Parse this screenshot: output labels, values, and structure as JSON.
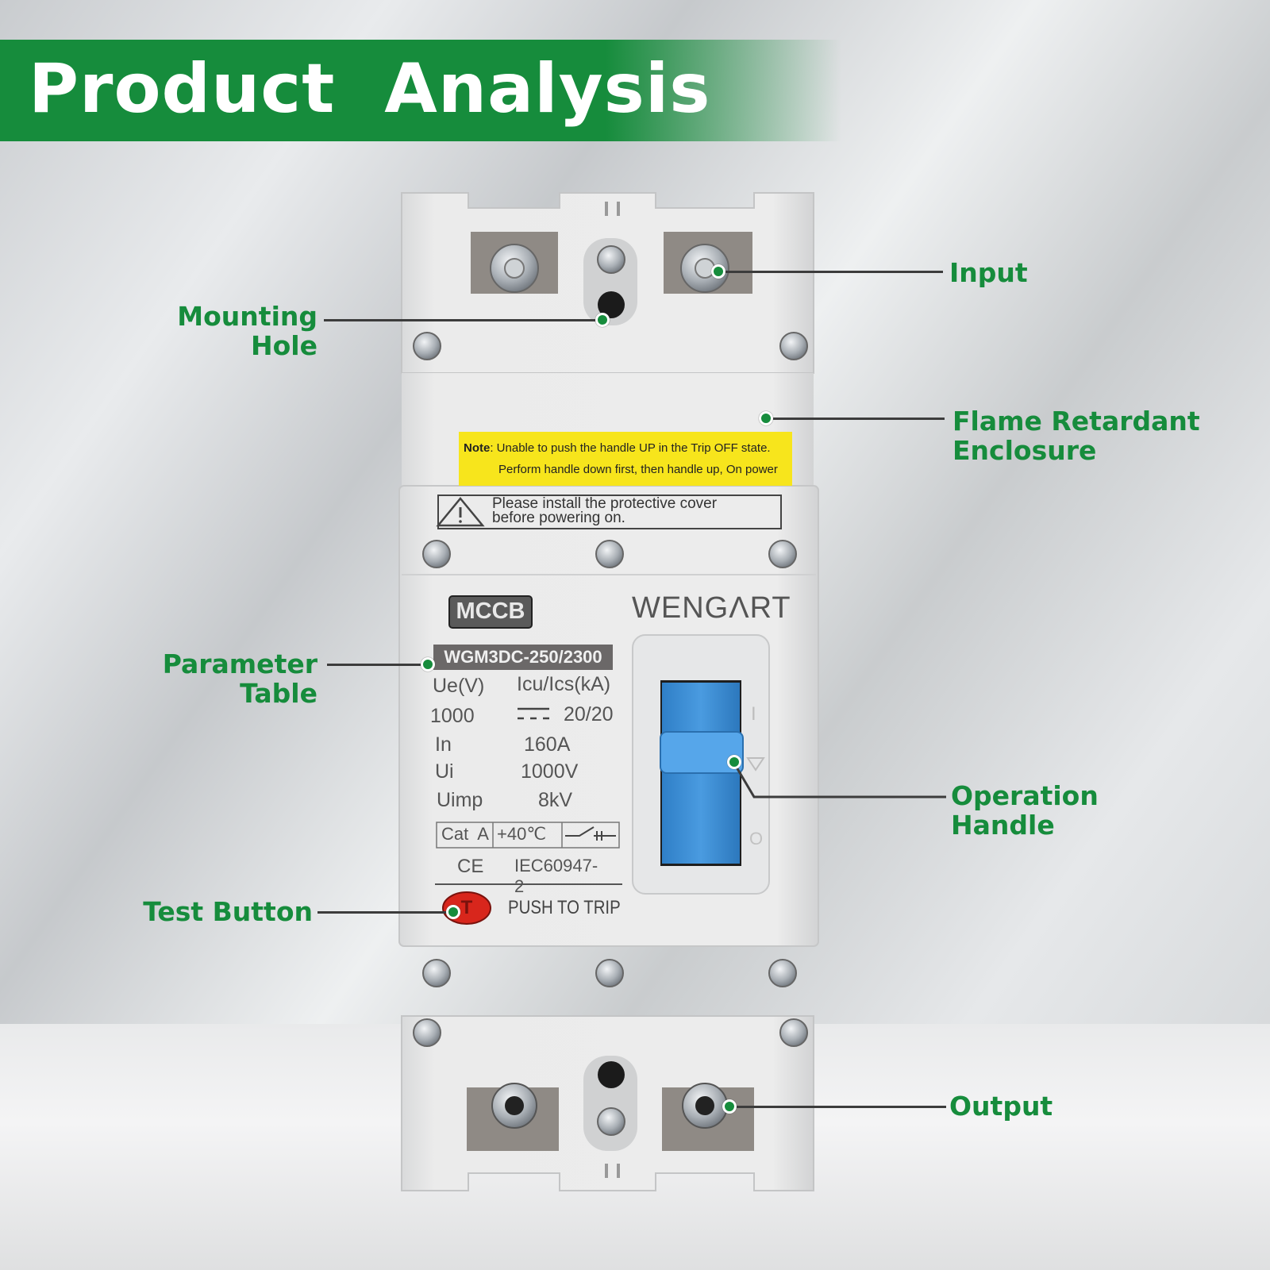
{
  "banner": {
    "title": "Product  Analysis"
  },
  "callouts": {
    "mounting_hole": [
      "Mounting",
      "Hole"
    ],
    "input": "Input",
    "enclosure": [
      "Flame Retardant",
      "Enclosure"
    ],
    "parameter_table": [
      "Parameter",
      "Table"
    ],
    "operation_handle": [
      "Operation",
      "Handle"
    ],
    "test_button": "Test Button",
    "output": "Output"
  },
  "device": {
    "note_label": "Note",
    "note_line1": ": Unable to push the handle UP in the Trip OFF state.",
    "note_line2": "Perform handle down first, then handle up, On power",
    "warning_line1": "Please install the protective cover",
    "warning_line2": "before powering on.",
    "type_badge": "MCCB",
    "brand": "WENGΛRT",
    "model": "WGM3DC-250/2300",
    "params": {
      "ue_label": "Ue(V)",
      "icu_label": "Icu/Ics(kA)",
      "ue_value": "1000",
      "icu_value": "20/20",
      "in_label": "In",
      "in_value": "160A",
      "ui_label": "Ui",
      "ui_value": "1000V",
      "uimp_label": "Uimp",
      "uimp_value": "8kV"
    },
    "cat": "Cat  A",
    "temp": "+40℃",
    "ce_mark": "CE",
    "standard": "IEC60947-2",
    "test_button_letter": "T",
    "push_to_trip": "PUSH TO TRIP",
    "handle_on_symbol": "I",
    "handle_off_symbol": "O"
  },
  "colors": {
    "brand_green": "#168c3c",
    "handle_blue": "#3d8fd6",
    "note_yellow": "#f7e51c",
    "test_red": "#d8261c"
  }
}
